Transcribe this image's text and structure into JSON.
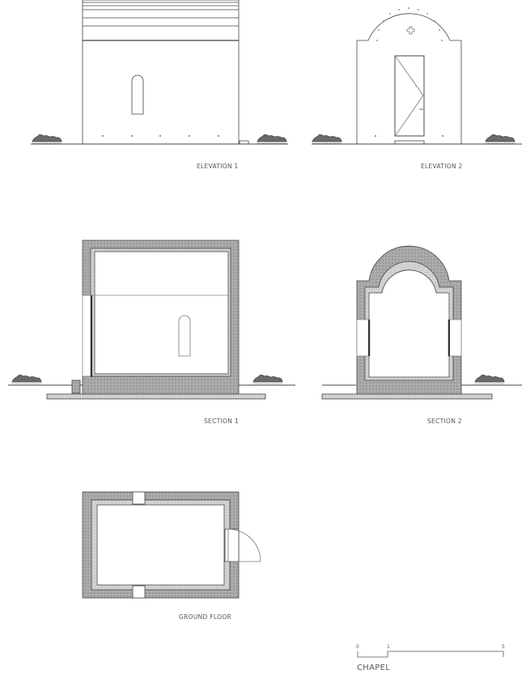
{
  "drawings": [
    {
      "id": "elevation-1",
      "label": "ELEVATION 1"
    },
    {
      "id": "elevation-2",
      "label": "ELEVATION 2"
    },
    {
      "id": "section-1",
      "label": "SECTION 1"
    },
    {
      "id": "section-2",
      "label": "SECTION 2"
    },
    {
      "id": "ground-floor",
      "label": "GROUND FLOOR"
    }
  ],
  "scale_bar": {
    "ticks": [
      "0",
      "1",
      "5"
    ],
    "title": "CHAPEL"
  },
  "colors": {
    "line": "#444444",
    "fill_concrete": "#9a9a9a",
    "fill_insulation": "#c8c8c8",
    "shrub": "#6a6a6a"
  }
}
